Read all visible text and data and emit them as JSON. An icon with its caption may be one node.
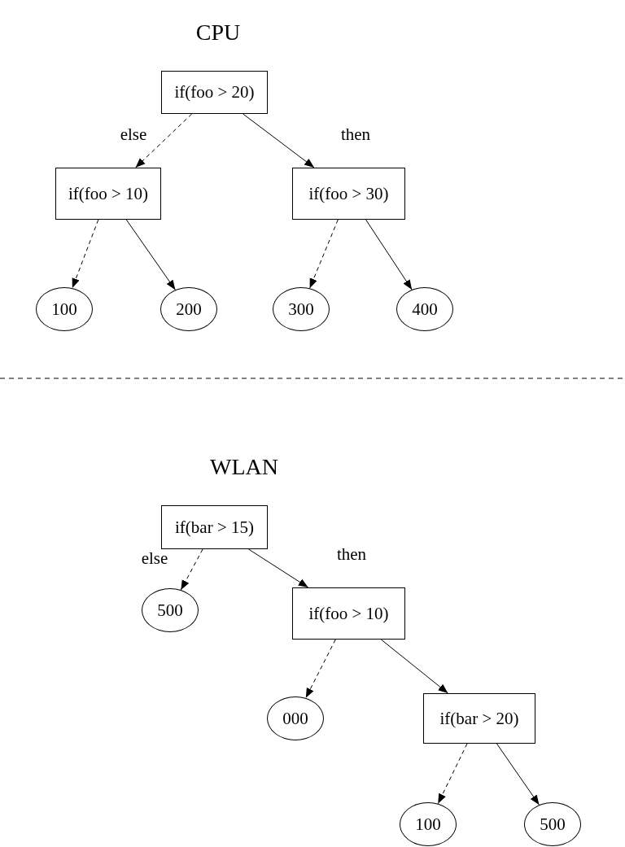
{
  "diagram": {
    "nodes": [
      {
        "text": [
          "if(foo > 20)"
        ]
      },
      {
        "text": [
          "if(foo > 10)"
        ]
      },
      {
        "text": [
          "if(foo > 30)"
        ]
      },
      {
        "text": [
          "100"
        ]
      },
      {
        "text": [
          "200"
        ]
      },
      {
        "text": [
          "300"
        ]
      },
      {
        "text": [
          "400"
        ]
      },
      {
        "text": [
          "if(bar > 15)"
        ]
      },
      {
        "text": [
          "500"
        ]
      },
      {
        "text": [
          "if(foo > 10)"
        ]
      },
      {
        "text": [
          "000"
        ]
      },
      {
        "text": [
          "if(bar > 20)"
        ]
      },
      {
        "text": [
          "100"
        ]
      },
      {
        "text": [
          "500"
        ]
      }
    ],
    "edges": [
      {
        "from": 0,
        "to": 1,
        "arrow": "to",
        "label": "else",
        "style": "dashed"
      },
      {
        "from": 0,
        "to": 2,
        "arrow": "to",
        "label": "then"
      },
      {
        "from": 1,
        "to": 3,
        "arrow": "to",
        "style": "dashed"
      },
      {
        "from": 1,
        "to": 4,
        "arrow": "to"
      },
      {
        "from": 2,
        "to": 5,
        "arrow": "to",
        "style": "dashed"
      },
      {
        "from": 2,
        "to": 6,
        "arrow": "to"
      },
      {
        "from": 7,
        "to": 8,
        "arrow": "to",
        "label": "else",
        "style": "dashed"
      },
      {
        "from": 7,
        "to": 9,
        "arrow": "to",
        "label": "then"
      },
      {
        "from": 9,
        "to": 10,
        "arrow": "to",
        "style": "dashed"
      },
      {
        "from": 9,
        "to": 11,
        "arrow": "to"
      },
      {
        "from": 11,
        "to": 12,
        "arrow": "to",
        "style": "dashed"
      },
      {
        "from": 11,
        "to": 13,
        "arrow": "to"
      }
    ],
    "labels": [
      "CPU",
      "WLAN"
    ]
  }
}
